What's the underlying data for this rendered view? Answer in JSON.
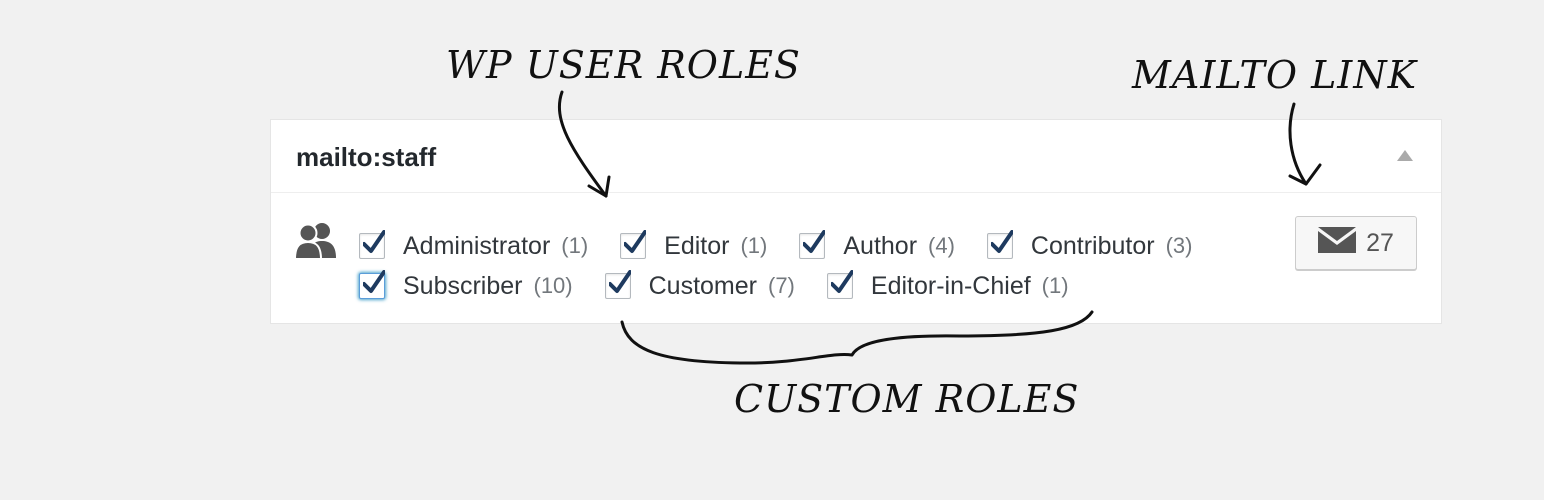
{
  "annotations": {
    "wp_user_roles": "WP USER ROLES",
    "mailto_link": "MAILTO LINK",
    "custom_roles": "CUSTOM ROLES"
  },
  "widget": {
    "title": "mailto:staff",
    "users_icon": "users-icon",
    "collapse_icon": "triangle-up-icon",
    "roles": [
      {
        "name": "Administrator",
        "count": "(1)",
        "checked": true
      },
      {
        "name": "Editor",
        "count": "(1)",
        "checked": true
      },
      {
        "name": "Author",
        "count": "(4)",
        "checked": true
      },
      {
        "name": "Contributor",
        "count": "(3)",
        "checked": true
      },
      {
        "name": "Subscriber",
        "count": "(10)",
        "checked": true
      },
      {
        "name": "Customer",
        "count": "(7)",
        "checked": true
      },
      {
        "name": "Editor-in-Chief",
        "count": "(1)",
        "checked": true
      }
    ],
    "mail_button": {
      "icon": "envelope-icon",
      "count": "27"
    }
  },
  "colors": {
    "background": "#f1f1f1",
    "check": "#1e8cbe",
    "focus": "#5b9dd9",
    "text": "#32373c"
  }
}
